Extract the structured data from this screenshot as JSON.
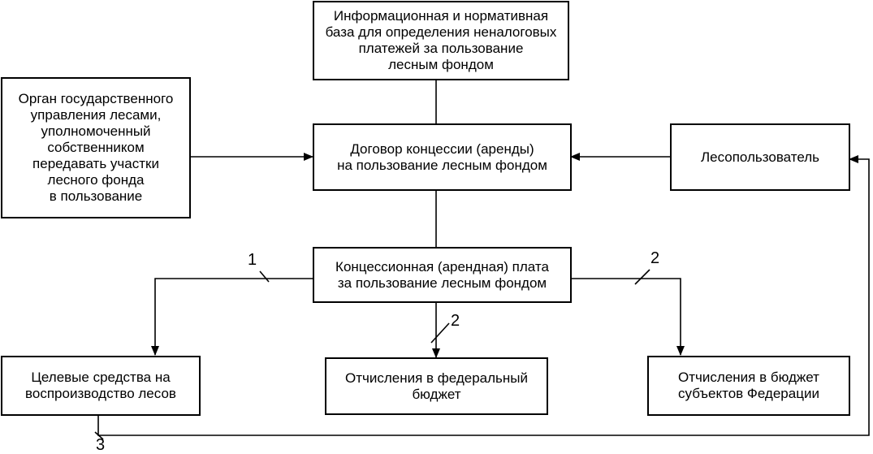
{
  "boxes": {
    "info_base": "Информационная и нормативная\nбаза для определения неналоговых\nплатежей за пользование\nлесным фондом",
    "authority": "Орган государственного\nуправления лесами,\nуполномоченный\nсобственником\nпередавать участки\nлесного фонда\nв пользование",
    "contract": "Договор концессии (аренды)\nна пользование лесным фондом",
    "forest_user": "Лесопользователь",
    "payment": "Концессионная (арендная) плата\nза пользование лесным фондом",
    "target_funds": "Целевые средства на\nвоспроизводство лесов",
    "federal_budget": "Отчисления в федеральный\nбюджет",
    "regional_budget": "Отчисления в бюджет\nсубъектов Федерации"
  },
  "labels": {
    "left_branch": "1",
    "right_branch": "2",
    "middle_branch": "2",
    "return_line": "3"
  }
}
